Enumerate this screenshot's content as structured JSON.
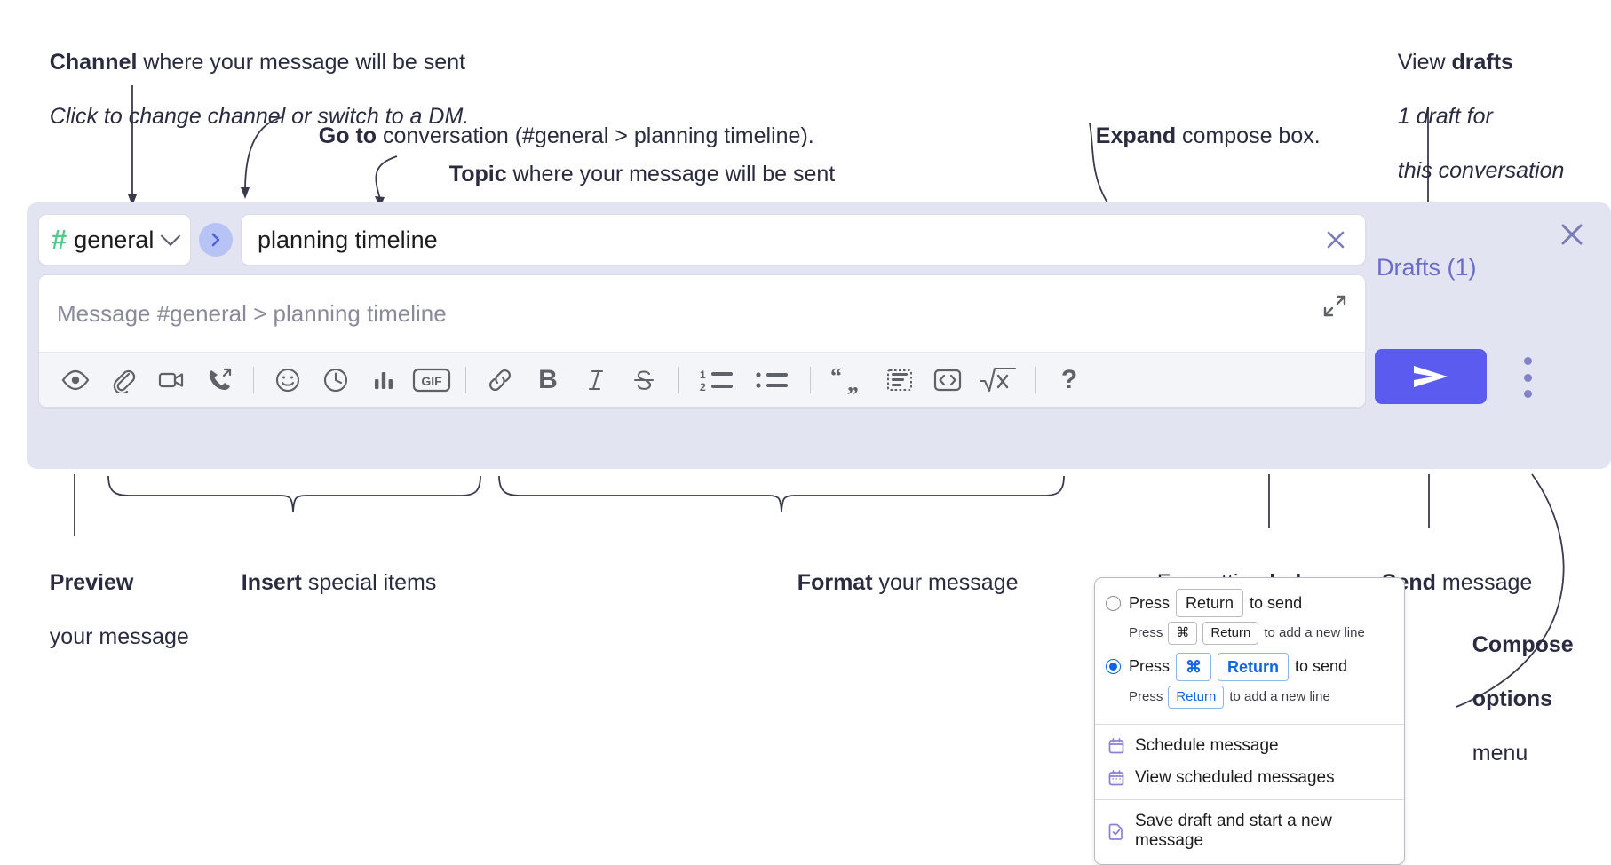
{
  "annotations": {
    "channel": {
      "bold": "Channel",
      "rest": " where your message will be sent",
      "italic": "Click to change channel or switch to a DM."
    },
    "goto": {
      "bold": "Go to",
      "rest": " conversation (#general > planning timeline)."
    },
    "topic": {
      "bold": "Topic",
      "rest": " where your message will be sent"
    },
    "expand": {
      "bold": "Expand",
      "rest": " compose box."
    },
    "drafts": {
      "lead": "View ",
      "bold": "drafts",
      "italic1": "1 draft for",
      "italic2": "this conversation"
    },
    "preview": {
      "bold": "Preview",
      "rest": "your message"
    },
    "insert": {
      "bold": "Insert",
      "rest": " special items"
    },
    "format": {
      "bold": "Format",
      "rest": " your message"
    },
    "help": {
      "lead": "Formatting ",
      "bold": "help"
    },
    "send": {
      "bold": "Send",
      "rest": " message"
    },
    "compose_options": {
      "bold1": "Compose",
      "bold2": "options",
      "rest": "menu"
    }
  },
  "compose": {
    "channel": {
      "hash": "#",
      "name": "general"
    },
    "topic": {
      "value": "planning timeline"
    },
    "message": {
      "placeholder": "Message #general > planning timeline"
    },
    "drafts_label": "Drafts (1)",
    "toolbar": {
      "group_insert": [
        {
          "name": "preview-icon",
          "label": "Preview"
        },
        {
          "name": "attachment-icon",
          "label": "Attach file"
        },
        {
          "name": "video-icon",
          "label": "Record video clip"
        },
        {
          "name": "audio-icon",
          "label": "Record audio clip"
        }
      ],
      "group_special": [
        {
          "name": "emoji-icon",
          "label": "Emoji"
        },
        {
          "name": "clock-icon",
          "label": "Reminder"
        },
        {
          "name": "poll-icon",
          "label": "Poll"
        },
        {
          "name": "gif-icon",
          "label": "GIF"
        }
      ],
      "group_format": [
        {
          "name": "link-icon",
          "label": "Link"
        },
        {
          "name": "bold-icon",
          "label": "B"
        },
        {
          "name": "italic-icon",
          "label": "I"
        },
        {
          "name": "strikethrough-icon",
          "label": "S"
        }
      ],
      "group_lists": [
        {
          "name": "ordered-list-icon",
          "label": "Ordered list"
        },
        {
          "name": "bullet-list-icon",
          "label": "Bulleted list"
        }
      ],
      "group_blocks": [
        {
          "name": "blockquote-icon",
          "label": "Blockquote"
        },
        {
          "name": "code-block-icon",
          "label": "Code block"
        },
        {
          "name": "code-icon",
          "label": "Code"
        },
        {
          "name": "math-icon",
          "label": "Math"
        }
      ],
      "help": {
        "name": "help-icon",
        "label": "?"
      }
    }
  },
  "menu": {
    "options": [
      {
        "selected": false,
        "main_pre": "Press",
        "main_key": "Return",
        "main_post": "to send",
        "sub_pre": "Press",
        "sub_key1": "⌘",
        "sub_key2": "Return",
        "sub_post": "to add a new line"
      },
      {
        "selected": true,
        "main_pre": "Press",
        "main_key1": "⌘",
        "main_key2": "Return",
        "main_post": "to send",
        "sub_pre": "Press",
        "sub_key": "Return",
        "sub_post": "to add a new line"
      }
    ],
    "items": [
      {
        "icon": "calendar-schedule-icon",
        "label": "Schedule message"
      },
      {
        "icon": "calendar-list-icon",
        "label": "View scheduled messages"
      },
      {
        "icon": "save-draft-icon",
        "label": "Save draft and start a new message"
      }
    ]
  },
  "colors": {
    "accent_send": "#5b5bf0",
    "channel_hash": "#4fcc8a",
    "drafts_text": "#6b6bc8",
    "compose_bg": "#e3e4f1",
    "radio_blue": "#1264e0"
  }
}
